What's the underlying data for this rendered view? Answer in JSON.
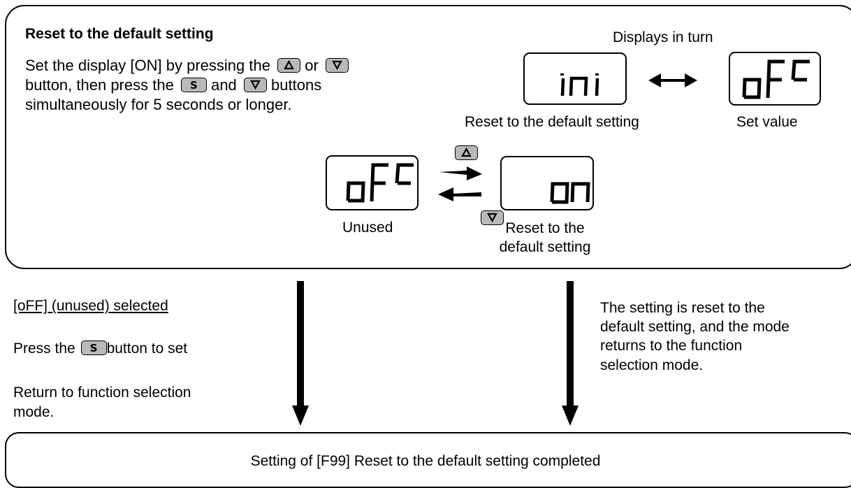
{
  "top_panel": {
    "title": "Reset to the default setting",
    "instruction": {
      "line1_a": "Set the display [ON] by pressing the",
      "line1_b": "or",
      "line2_a": "button, then press the",
      "line2_b": "and",
      "line2_c": "buttons",
      "line3": "simultaneously for 5 seconds or longer."
    },
    "displays_in_turn": "Displays in turn",
    "display_ini_caption": "Reset to the default setting",
    "display_off_caption": "Set value",
    "unused_caption": "Unused",
    "reset_caption_line1": "Reset to the",
    "reset_caption_line2": "default setting"
  },
  "lcd_values": {
    "ini": "ini",
    "off_set_value": "oFF",
    "off_unused": "oFF",
    "on": "on"
  },
  "keys": {
    "s_label": "S"
  },
  "left_branch": {
    "heading": "[oFF] (unused) selected",
    "press_a": "Press the",
    "press_b": "button to set",
    "return_line1": "Return to function selection",
    "return_line2": "mode."
  },
  "right_branch": {
    "line1": "The setting is reset to the",
    "line2": "default setting, and the mode",
    "line3": "returns to the function",
    "line4": "selection mode."
  },
  "bottom_panel": {
    "text": "Setting of [F99] Reset to the default setting completed"
  },
  "icons": [
    "up-button-icon",
    "down-button-icon",
    "s-button-icon",
    "double-arrow-icon",
    "right-arrow-icon",
    "left-arrow-icon",
    "down-arrow-icon"
  ]
}
